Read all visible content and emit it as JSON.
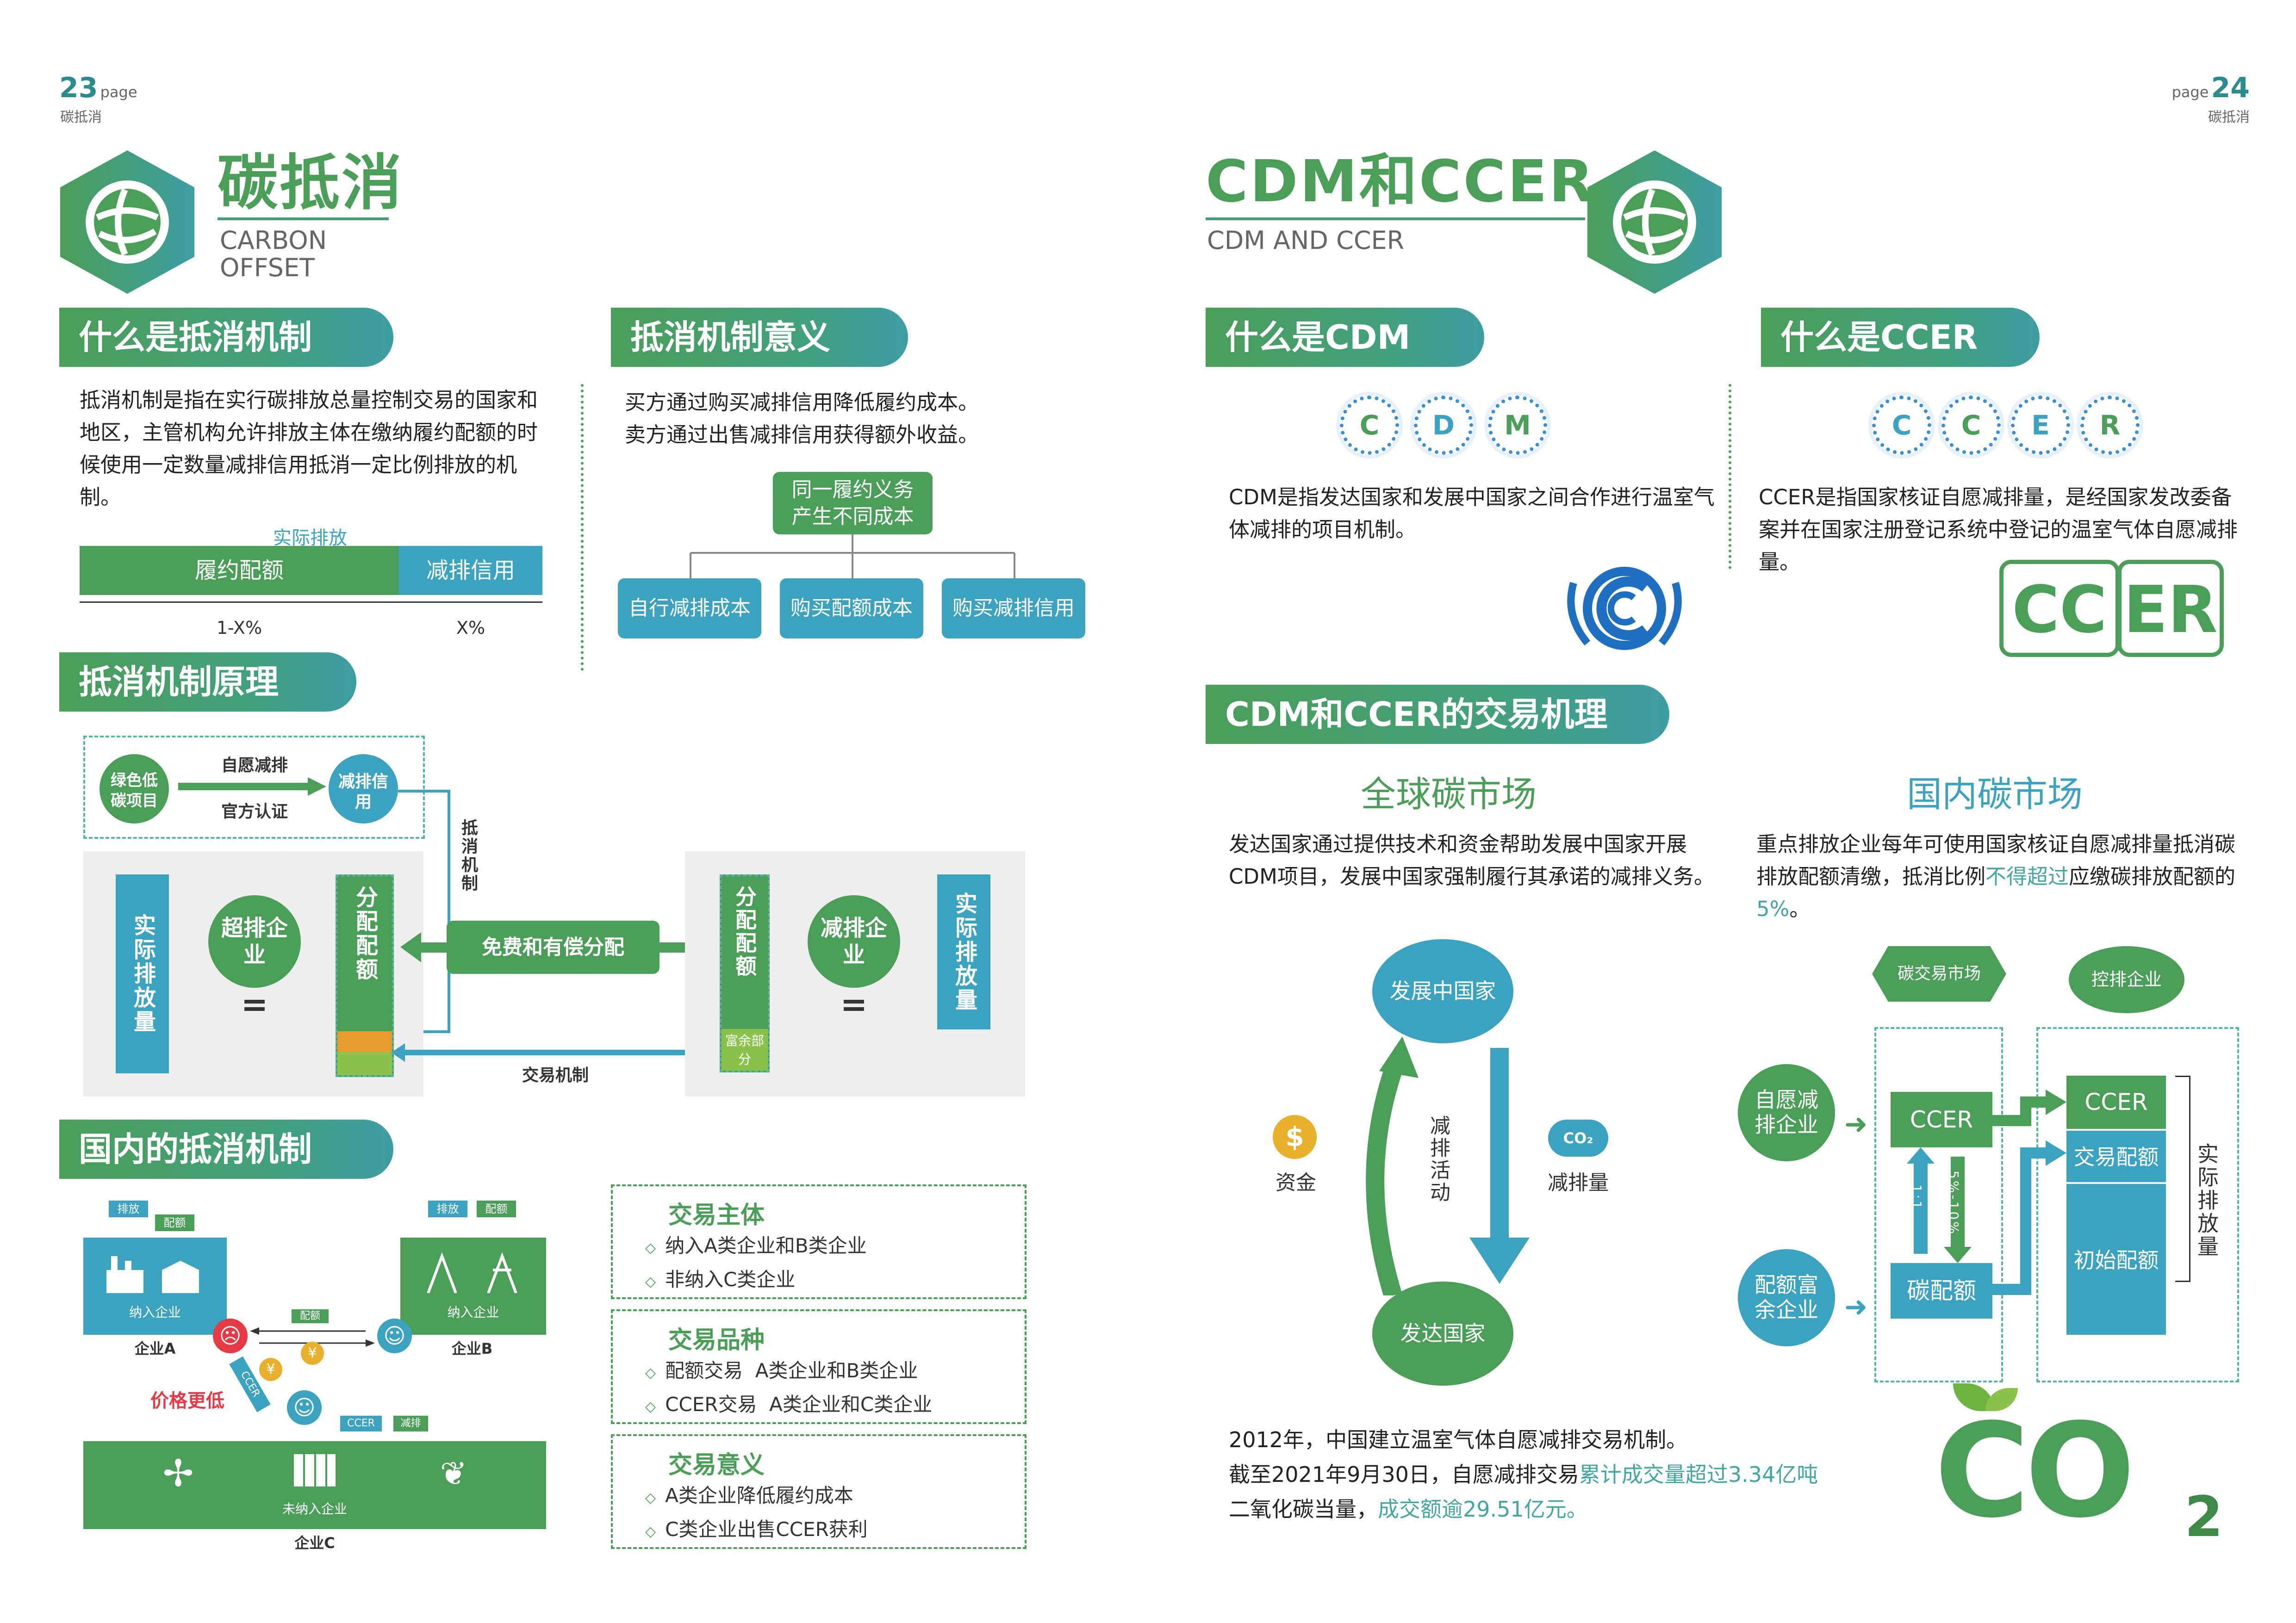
{
  "left_page": {
    "page_number": "23",
    "page_word": "page",
    "section_label": "碳抵消",
    "title_cn": "碳抵消",
    "title_en_line1": "CARBON",
    "title_en_line2": "OFFSET",
    "what_is": {
      "heading": "什么是抵消机制",
      "text": "抵消机制是指在实行碳排放总量控制交易的国家和地区，主管机构允许排放主体在缴纳履约配额的时候使用一定数量减排信用抵消一定比例排放的机制。",
      "bar_label_top": "实际排放",
      "bar_left_label": "履约配额",
      "bar_right_label": "减排信用",
      "bar_left_pct": "1-X%",
      "bar_right_pct": "X%"
    },
    "significance": {
      "heading": "抵消机制意义",
      "line1": "买方通过购买减排信用降低履约成本。",
      "line2": "卖方通过出售减排信用获得额外收益。",
      "root_line1": "同一履约义务",
      "root_line2": "产生不同成本",
      "children": [
        "自行减排成本",
        "购买配额成本",
        "购买减排信用"
      ]
    },
    "principle": {
      "heading": "抵消机制原理",
      "green_project": "绿色低碳项目",
      "voluntary": "自愿减排",
      "official": "官方认证",
      "credit": "减排信用",
      "offset_label": "抵消机制",
      "actual_left": "实际排放量",
      "over_company": "超排企业",
      "equals": "=",
      "allocated_left": "分配配额",
      "allocation_method": "免费和有偿分配",
      "allocated_right": "分配配额",
      "surplus": "富余部分",
      "reduce_company": "减排企业",
      "actual_right": "实际排放量",
      "trade_mech": "交易机制"
    },
    "domestic": {
      "heading": "国内的抵消机制",
      "tag_emission": "排放",
      "tag_quota": "配额",
      "company_a_box": "纳入企业",
      "company_a": "企业A",
      "company_b_box": "纳入企业",
      "company_b": "企业B",
      "company_c_box": "未纳入企业",
      "company_c": "企业C",
      "quota_arrow": "配额",
      "ccer_arrow": "CCER",
      "yuan": "¥",
      "price_cheaper": "价格更低",
      "ccer_tag": "CCER",
      "reduce_tag": "减排"
    },
    "trade_boxes": [
      {
        "title": "交易主体",
        "items": [
          "纳入A类企业和B类企业",
          "非纳入C类企业"
        ]
      },
      {
        "title": "交易品种",
        "items": [
          "配额交易  A类企业和B类企业",
          "CCER交易  A类企业和C类企业"
        ]
      },
      {
        "title": "交易意义",
        "items": [
          "A类企业降低履约成本",
          "C类企业出售CCER获利"
        ]
      }
    ]
  },
  "right_page": {
    "page_number": "24",
    "page_word": "page",
    "section_label": "碳抵消",
    "title_cn": "CDM和CCER",
    "title_en": "CDM AND CCER",
    "cdm": {
      "heading": "什么是CDM",
      "letters": [
        "C",
        "D",
        "M"
      ],
      "text": "CDM是指发达国家和发展中国家之间合作进行温室气体减排的项目机制。"
    },
    "ccer": {
      "heading": "什么是CCER",
      "letters": [
        "C",
        "C",
        "E",
        "R"
      ],
      "text": "CCER是指国家核证自愿减排量，是经国家发改委备案并在国家注册登记系统中登记的温室气体自愿减排量。",
      "logo_left": "CC",
      "logo_right": "ER"
    },
    "mechanism": {
      "heading": "CDM和CCER的交易机理",
      "global_title": "全球碳市场",
      "global_text": "发达国家通过提供技术和资金帮助发展中国家开展CDM项目，发展中国家强制履行其承诺的减排义务。",
      "domestic_title": "国内碳市场",
      "domestic_text_1": "重点排放企业每年可使用国家核证自愿减排量抵消碳排放配额清缴，抵消比例",
      "domestic_highlight_1": "不得超过",
      "domestic_text_2": "应缴碳排放配额的",
      "domestic_highlight_2": "5%",
      "domestic_text_3": "。",
      "developing": "发展中国家",
      "developed": "发达国家",
      "reduction_activity": "减排活动",
      "funds": "资金",
      "dollar": "$",
      "emission_reduction": "减排量",
      "co2_cloud": "CO₂",
      "carbon_market": "碳交易市场",
      "controlled": "控排企业",
      "voluntary_co": "自愿减排企业",
      "quota_surplus_co": "配额富余企业",
      "ccer_box": "CCER",
      "carbon_quota": "碳配额",
      "ratio_left": "1:1",
      "ratio_right": "5%-10%",
      "stack_ccer": "CCER",
      "stack_trade": "交易配额",
      "stack_initial": "初始配额",
      "actual_emission": "实际排放量"
    },
    "footer": {
      "line1": "2012年，中国建立温室气体自愿减排交易机制。",
      "line2_a": "截至2021年9月30日，自愿减排交易",
      "line2_b": "累计成交量超过3.34亿吨",
      "line3_a": "二氧化碳当量，",
      "line3_b": "成交额逾29.51亿元。",
      "co2_big": "CO",
      "co2_sub": "2"
    }
  },
  "colors": {
    "green": "#4a9e58",
    "teal": "#3ba3c0",
    "dark_teal": "#2a8c8c",
    "blue": "#3d8fd0",
    "highlight": "#43a6a0"
  }
}
